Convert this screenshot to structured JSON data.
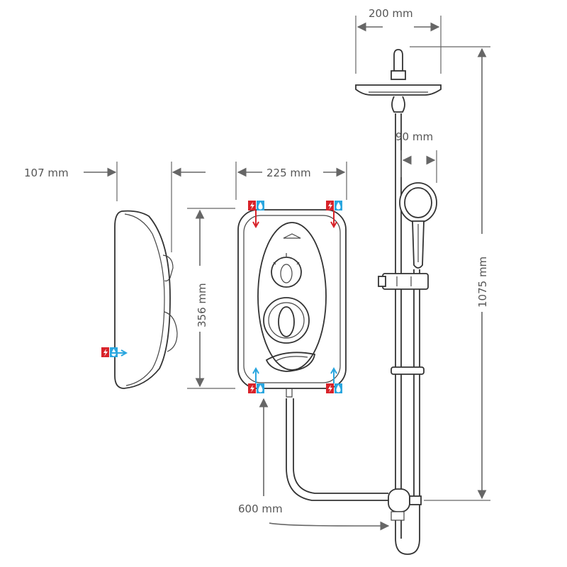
{
  "dimensions": {
    "depth": "107 mm",
    "unit_width": "225 mm",
    "unit_height": "356 mm",
    "head_diameter": "200 mm",
    "handset_diameter": "90 mm",
    "riser_length": "1075 mm",
    "hose_length": "600 mm"
  },
  "colors": {
    "electric_red": "#d8232a",
    "water_blue": "#2aa6df",
    "line": "#333333",
    "dimension": "#666666"
  },
  "icons": [
    "electric-supply-icon",
    "water-supply-icon"
  ]
}
